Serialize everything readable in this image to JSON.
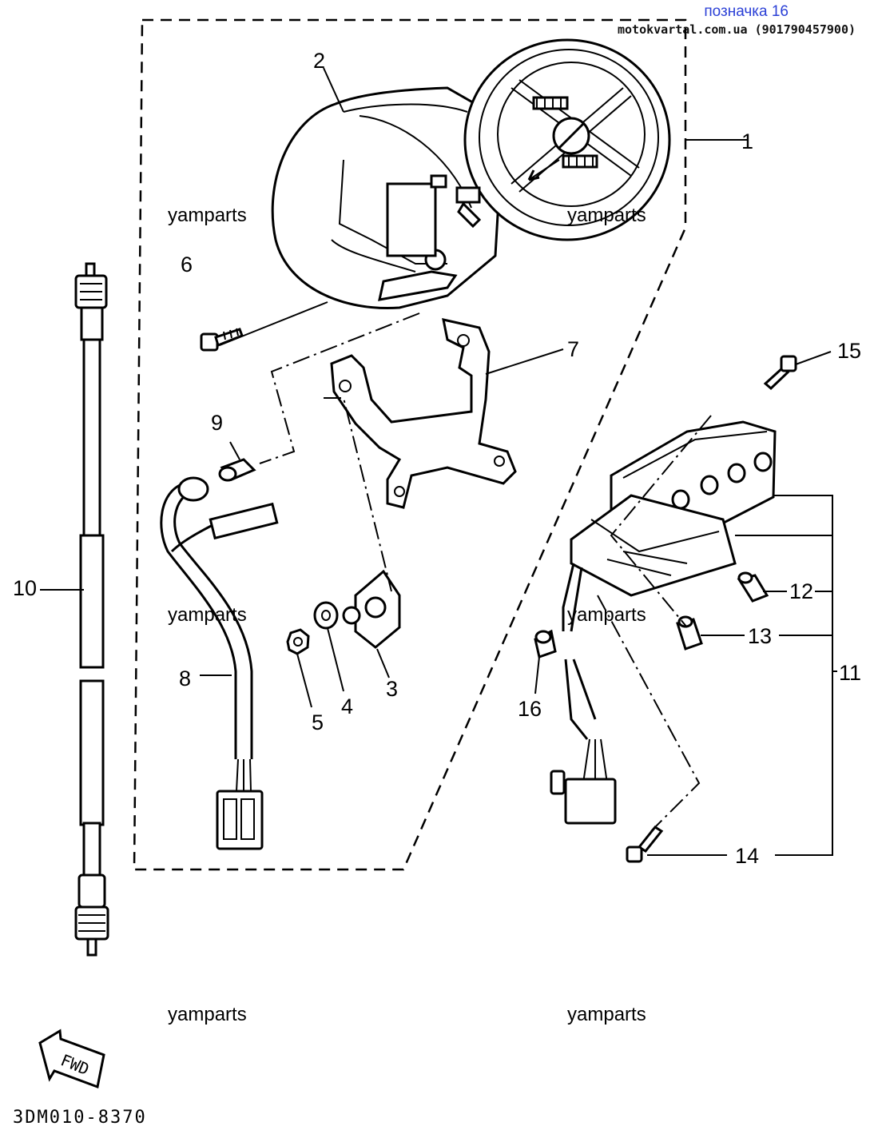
{
  "header": {
    "title": "позначка 16",
    "site": "motokvartal.com.ua (901790457900)"
  },
  "diagram_code": "3DM010-8370",
  "fwd_label": "FWD",
  "watermarks": [
    "yamparts",
    "yamparts",
    "yamparts",
    "yamparts",
    "yamparts",
    "yamparts"
  ],
  "callouts": [
    "1",
    "2",
    "3",
    "4",
    "5",
    "6",
    "7",
    "8",
    "9",
    "10",
    "11",
    "12",
    "13",
    "14",
    "15",
    "16"
  ],
  "icons": {
    "fwd_arrow": "fwd-arrow-icon"
  }
}
